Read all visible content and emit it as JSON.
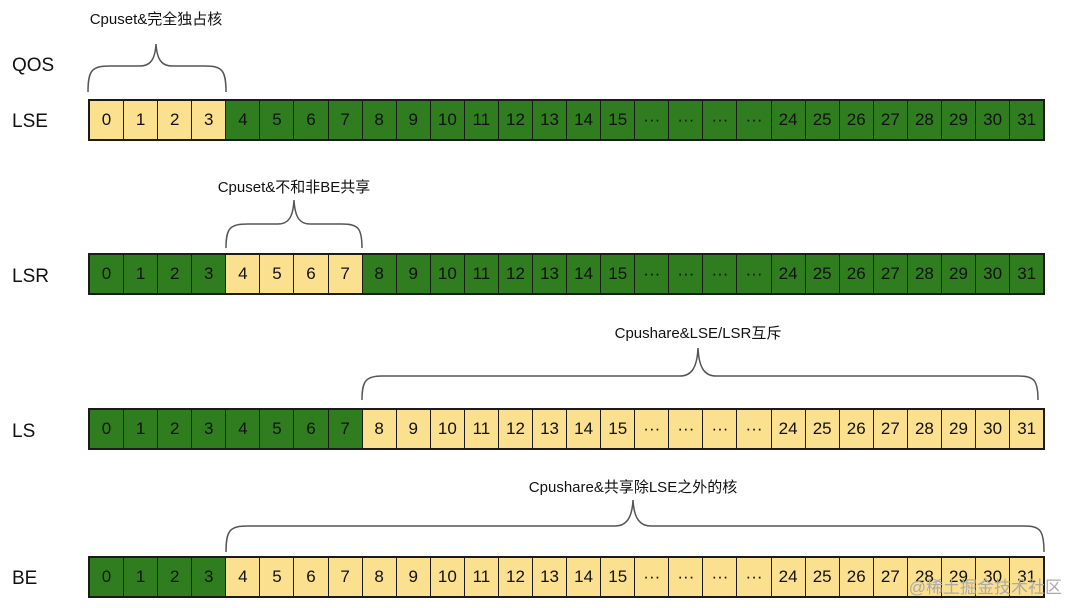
{
  "header": {
    "qos_label": "QOS"
  },
  "colors": {
    "exclusive": "#2f7d1e",
    "shared": "#fbe08f",
    "border": "#1b1b1b"
  },
  "cell_labels": [
    "0",
    "1",
    "2",
    "3",
    "4",
    "5",
    "6",
    "7",
    "8",
    "9",
    "10",
    "11",
    "12",
    "13",
    "14",
    "15",
    "···",
    "···",
    "···",
    "···",
    "24",
    "25",
    "26",
    "27",
    "28",
    "29",
    "30",
    "31"
  ],
  "rows": [
    {
      "label": "LSE",
      "note": "Cpuset&完全独占核",
      "yellow": [
        0,
        1,
        2,
        3
      ]
    },
    {
      "label": "LSR",
      "note": "Cpuset&不和非BE共享",
      "yellow": [
        4,
        5,
        6,
        7
      ]
    },
    {
      "label": "LS",
      "note": "Cpushare&LSE/LSR互斥",
      "yellow": [
        8,
        9,
        10,
        11,
        12,
        13,
        14,
        15,
        16,
        17,
        18,
        19,
        20,
        21,
        22,
        23,
        24,
        25,
        26,
        27
      ]
    },
    {
      "label": "BE",
      "note": "Cpushare&共享除LSE之外的核",
      "yellow": [
        4,
        5,
        6,
        7,
        8,
        9,
        10,
        11,
        12,
        13,
        14,
        15,
        16,
        17,
        18,
        19,
        20,
        21,
        22,
        23,
        24,
        25,
        26,
        27
      ]
    }
  ],
  "watermark": "@稀土掘金技术社区"
}
